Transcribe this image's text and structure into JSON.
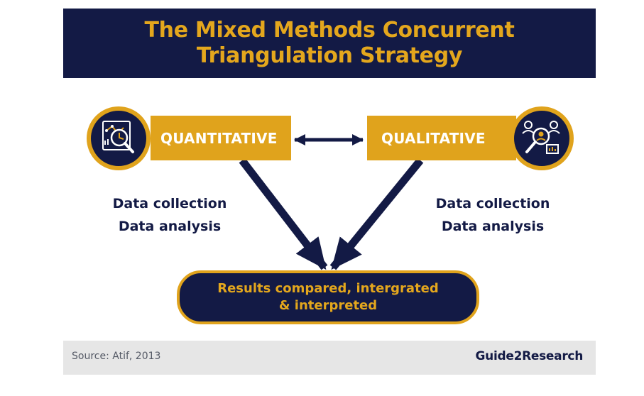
{
  "header": {
    "title_line1": "The Mixed Methods Concurrent",
    "title_line2": "Triangulation Strategy"
  },
  "quantitative": {
    "label": "QUANTITATIVE",
    "icon": "data-analysis-magnifier-icon",
    "lines": [
      "Data collection",
      "Data analysis"
    ]
  },
  "qualitative": {
    "label": "QUALITATIVE",
    "icon": "people-research-magnifier-icon",
    "lines": [
      "Data collection",
      "Data analysis"
    ]
  },
  "result": {
    "line1": "Results compared, intergrated",
    "line2": "& interpreted"
  },
  "footer": {
    "source": "Source: Atif, 2013",
    "brand": "Guide2Research"
  },
  "colors": {
    "navy": "#131a45",
    "gold": "#e0a31c",
    "footer_bg": "#e6e6e6"
  }
}
